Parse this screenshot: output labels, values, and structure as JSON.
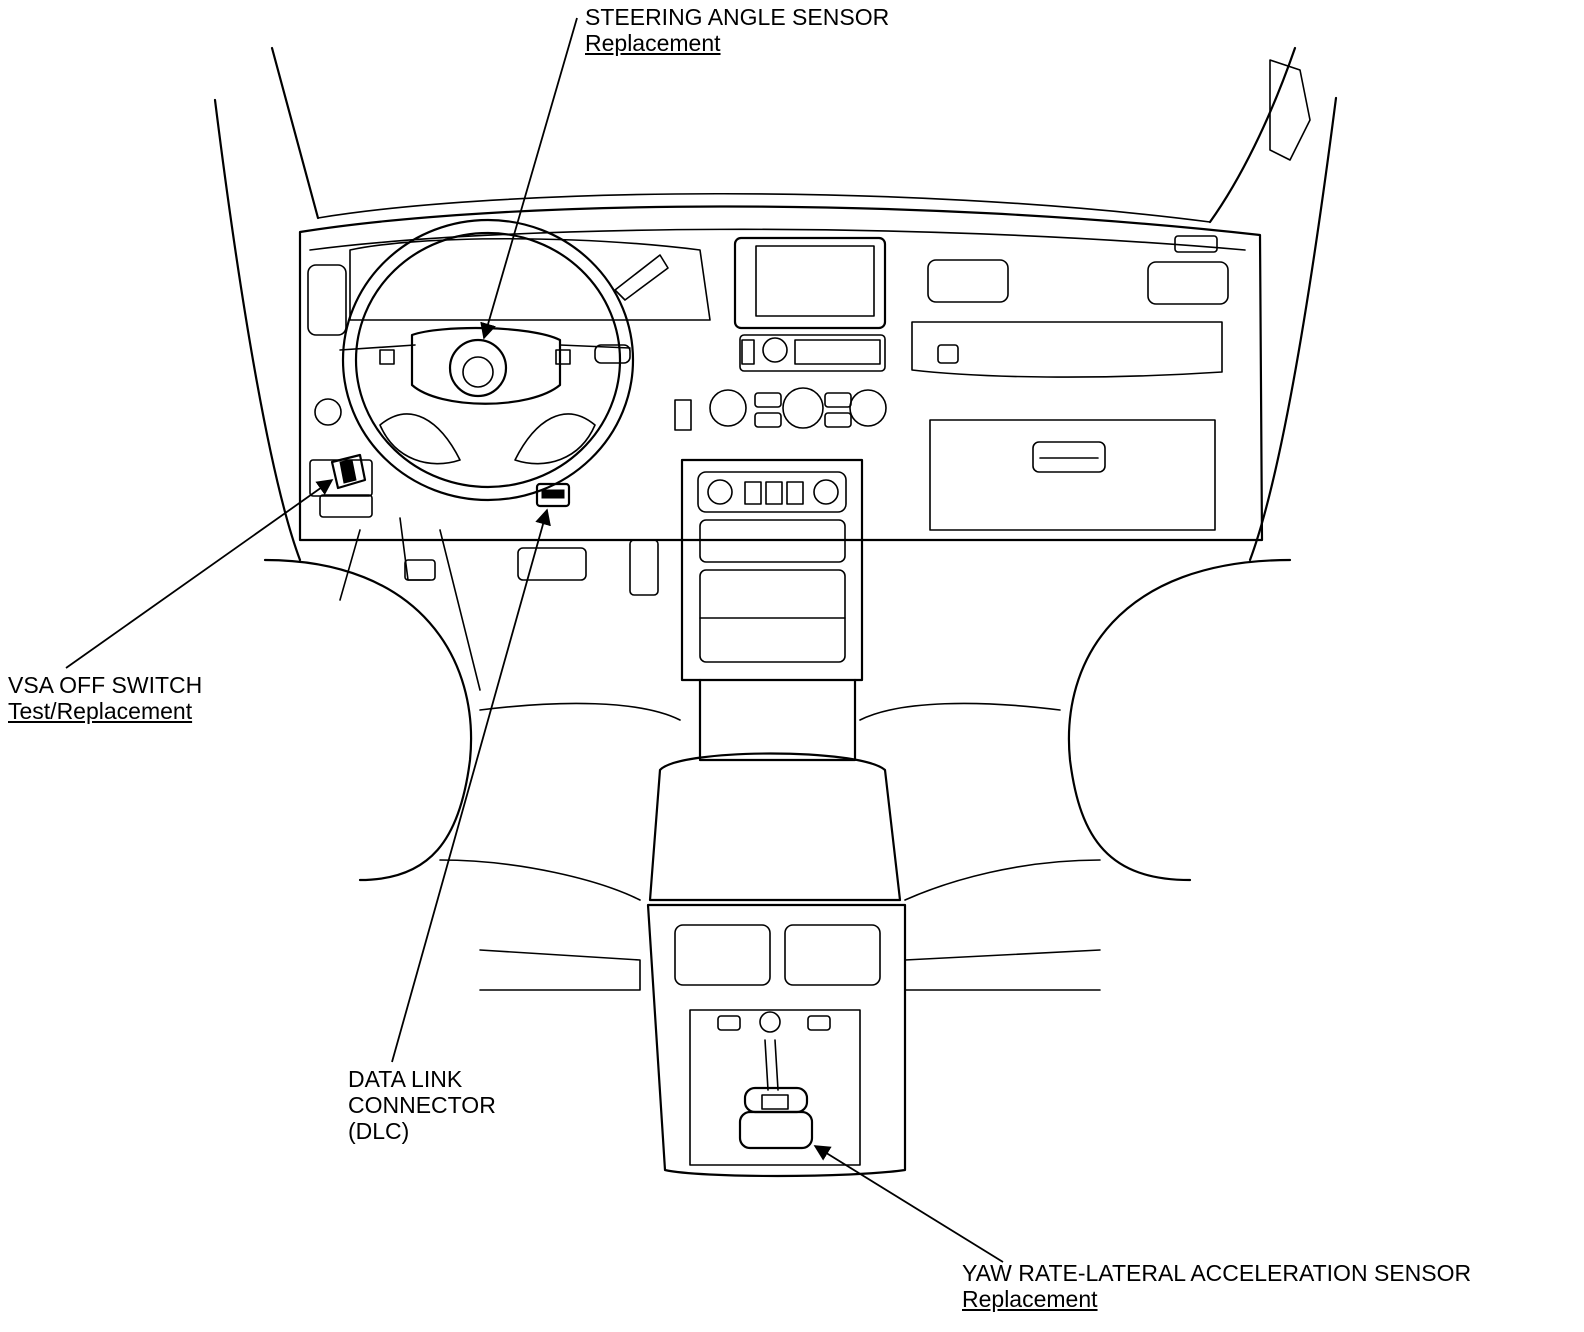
{
  "callouts": {
    "steering_angle_sensor": {
      "title": "STEERING ANGLE SENSOR",
      "link": "Replacement"
    },
    "vsa_off_switch": {
      "title": "VSA OFF SWITCH",
      "link": "Test/Replacement"
    },
    "data_link_connector": {
      "line1": "DATA LINK",
      "line2": "CONNECTOR",
      "line3": "(DLC)"
    },
    "yaw_rate_sensor": {
      "title": "YAW RATE-LATERAL ACCELERATION SENSOR",
      "link": "Replacement"
    }
  }
}
